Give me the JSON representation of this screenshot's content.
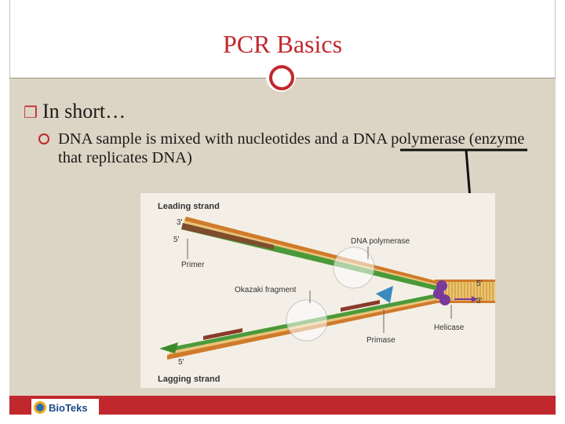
{
  "slide": {
    "title": "PCR Basics",
    "bullet1_mark": "❒",
    "bullet1": "In short…",
    "bullet2": "DNA sample is mixed with nucleotides and a DNA polymerase (enzyme that replicates DNA)"
  },
  "figure": {
    "leading_strand": "Leading strand",
    "lagging_strand": "Lagging strand",
    "three_prime_top": "3'",
    "five_prime_top": "5'",
    "five_prime_right": "5'",
    "three_prime_right": "3'",
    "five_prime_bottom": "5'",
    "primer": "Primer",
    "dna_polymerase": "DNA polymerase",
    "okazaki_fragment": "Okazaki fragment",
    "primase": "Primase",
    "helicase": "Helicase"
  },
  "logo": {
    "text": "BioTeks"
  },
  "colors": {
    "accent": "#c0282d",
    "background": "#dcd4c4"
  }
}
